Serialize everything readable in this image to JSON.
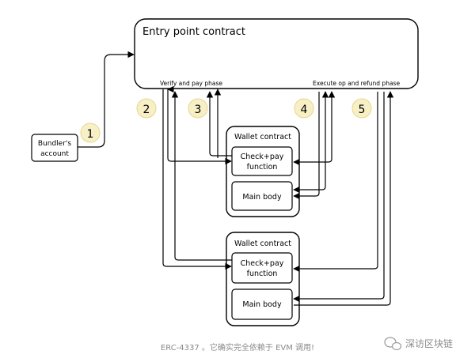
{
  "entry": {
    "title": "Entry point contract",
    "verify_phase": "Verify and pay phase",
    "execute_phase": "Execute op and refund phase"
  },
  "bundler": {
    "line1": "Bundler's",
    "line2": "account"
  },
  "steps": [
    "1",
    "2",
    "3",
    "4",
    "5"
  ],
  "wallets": [
    {
      "title": "Wallet contract",
      "check_line1": "Check+pay",
      "check_line2": "function",
      "main_body": "Main body"
    },
    {
      "title": "Wallet contract",
      "check_line1": "Check+pay",
      "check_line2": "function",
      "main_body": "Main body"
    }
  ],
  "caption": "ERC-4337 。它确实完全依赖于 EVM 调用!",
  "watermark": "深访区块链",
  "colors": {
    "step_fill": "#f7efc6",
    "step_stroke": "#e8d68a",
    "line": "#000000",
    "caption": "#8a8a8a"
  },
  "icons": {
    "watermark": "wechat-icon"
  }
}
